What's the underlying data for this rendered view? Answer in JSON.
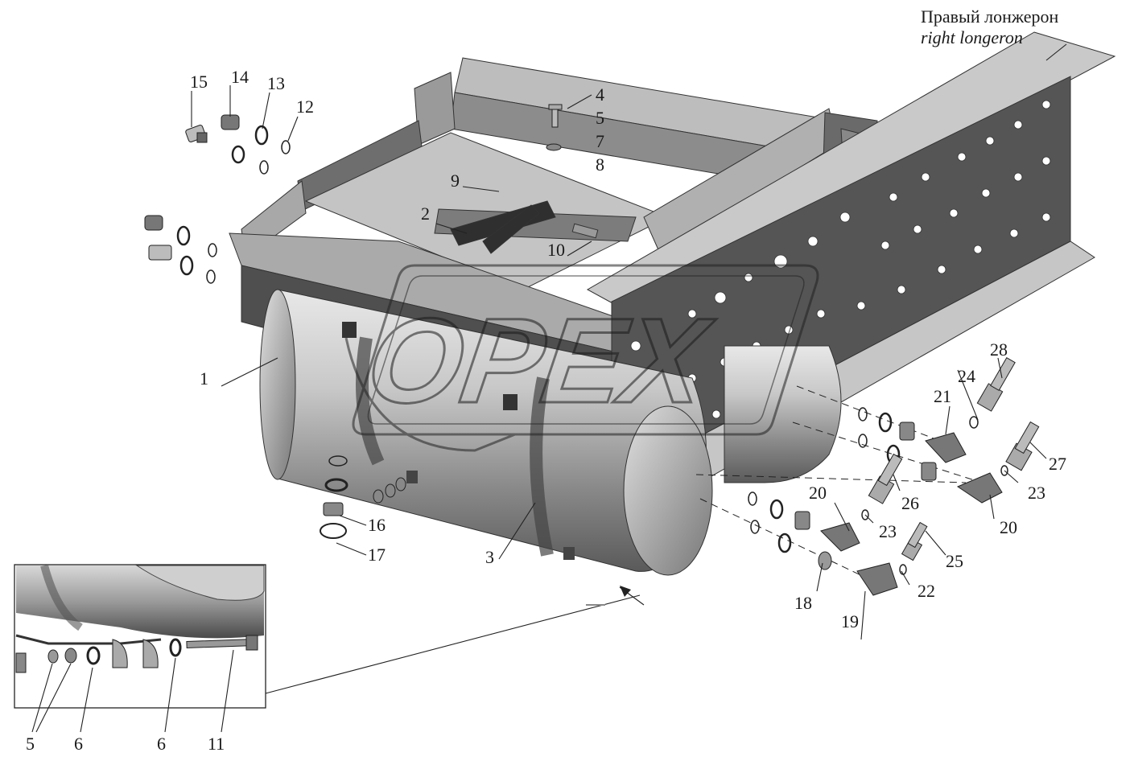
{
  "caption": {
    "ru": "Правый лонжерон",
    "en": "right longeron"
  },
  "watermark": "OPEX",
  "callouts": {
    "c1": "1",
    "c2": "2",
    "c3": "3",
    "c4": "4",
    "c5a": "5",
    "c7": "7",
    "c8": "8",
    "c9": "9",
    "c10": "10",
    "c12": "12",
    "c13": "13",
    "c14": "14",
    "c15": "15",
    "c16": "16",
    "c17": "17",
    "c18": "18",
    "c19": "19",
    "c20a": "20",
    "c20b": "20",
    "c21": "21",
    "c22": "22",
    "c23a": "23",
    "c23b": "23",
    "c24": "24",
    "c25": "25",
    "c26": "26",
    "c27": "27",
    "c28": "28",
    "c5b": "5",
    "c6a": "6",
    "c6b": "6",
    "c11": "11"
  }
}
